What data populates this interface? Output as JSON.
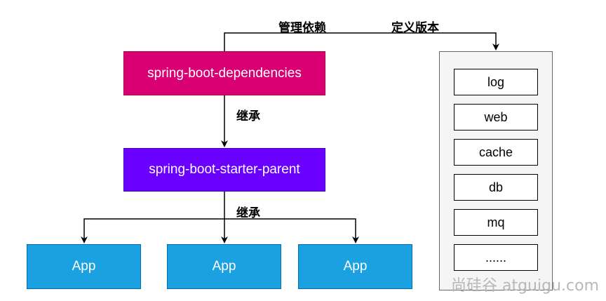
{
  "edge_labels": {
    "manage_dependencies": "管理依赖",
    "define_versions": "定义版本",
    "inherit_1": "继承",
    "inherit_2": "继承"
  },
  "nodes": {
    "dependencies": "spring-boot-dependencies",
    "starter_parent": "spring-boot-starter-parent",
    "apps": [
      "App",
      "App",
      "App"
    ]
  },
  "version_panel": {
    "items": [
      "log",
      "web",
      "cache",
      "db",
      "mq",
      "......"
    ]
  },
  "watermark": "尚硅谷 atguigu.com",
  "colors": {
    "dependencies_fill": "#d80073",
    "starter_parent_fill": "#6a00ff",
    "app_fill": "#1ba1e2",
    "panel_fill": "#f5f5f5",
    "watermark": "#b8b8b8"
  }
}
